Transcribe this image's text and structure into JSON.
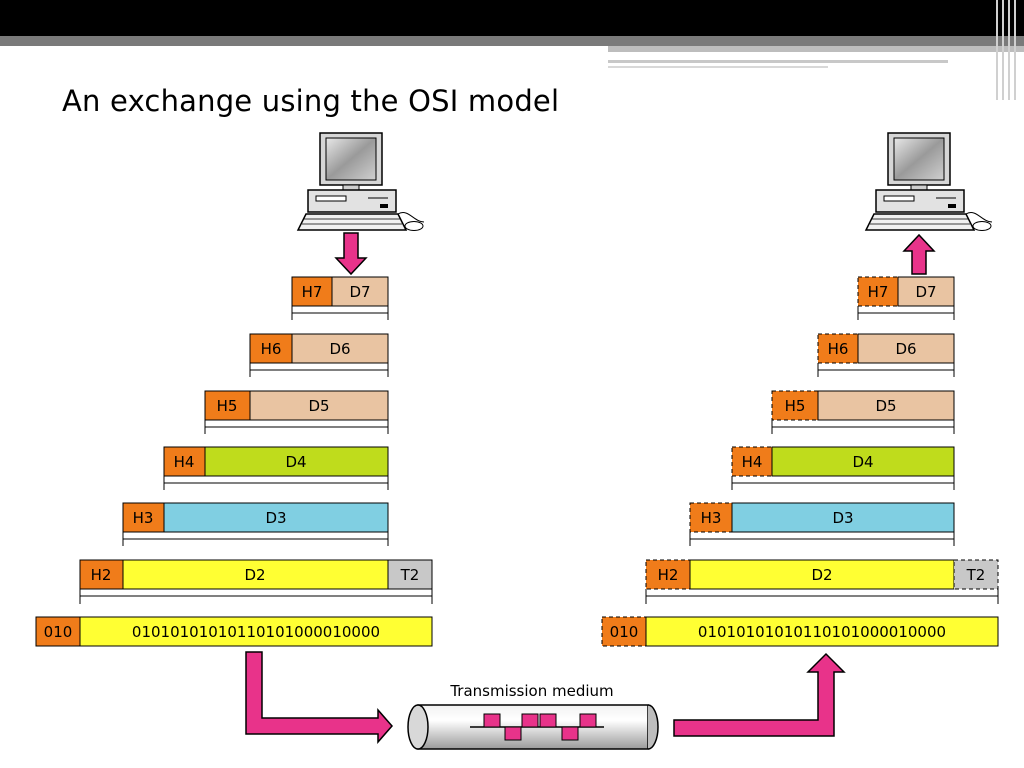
{
  "slide": {
    "title": "An exchange using the OSI model"
  },
  "colors": {
    "header": "#f07c1a",
    "upper_data": "#e9c4a2",
    "transport_data": "#bfdc1c",
    "network_data": "#80cfe2",
    "datalink_data": "#ffff33",
    "trailer": "#c8c8c8",
    "arrow": "#e8338a"
  },
  "sender": {
    "layers": [
      {
        "header": "H7",
        "data": "D7"
      },
      {
        "header": "H6",
        "data": "D6"
      },
      {
        "header": "H5",
        "data": "D5"
      },
      {
        "header": "H4",
        "data": "D4"
      },
      {
        "header": "H3",
        "data": "D3"
      },
      {
        "header": "H2",
        "data": "D2",
        "trailer": "T2"
      }
    ],
    "bitstream": {
      "prefix": "010",
      "bits": "01010101010110101000010000"
    }
  },
  "receiver": {
    "layers": [
      {
        "header": "H7",
        "data": "D7"
      },
      {
        "header": "H6",
        "data": "D6"
      },
      {
        "header": "H5",
        "data": "D5"
      },
      {
        "header": "H4",
        "data": "D4"
      },
      {
        "header": "H3",
        "data": "D3"
      },
      {
        "header": "H2",
        "data": "D2",
        "trailer": "T2"
      }
    ],
    "bitstream": {
      "prefix": "010",
      "bits": "01010101010110101000010000"
    }
  },
  "medium": {
    "label": "Transmission medium"
  }
}
